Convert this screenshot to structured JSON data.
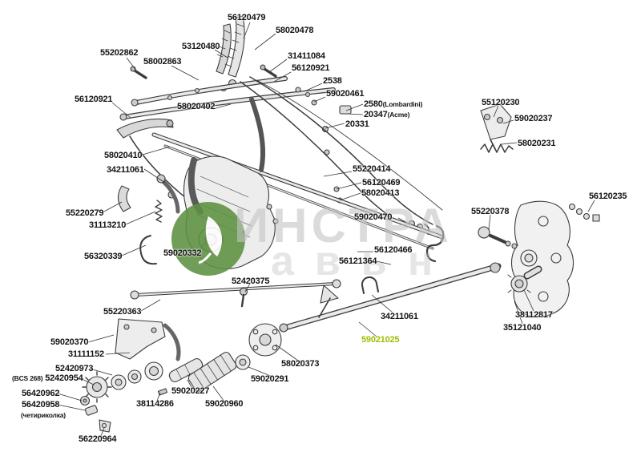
{
  "colors": {
    "highlight": "#9fbe00",
    "watermark_text": "#c4c4c4",
    "watermark_logo": "#5d9141",
    "line_art": "#3c3c3c",
    "background": "#ffffff"
  },
  "watermark": {
    "line1": "ИНСТРА",
    "line2": "авьн",
    "logo": "leaf-in-green-circle"
  },
  "labels": [
    {
      "text": "56120479"
    },
    {
      "text": "58020478"
    },
    {
      "text": "53120480"
    },
    {
      "text": "55202862"
    },
    {
      "text": "58002863"
    },
    {
      "text": "31411084"
    },
    {
      "text": "56120921"
    },
    {
      "text": "2538"
    },
    {
      "text": "59020461"
    },
    {
      "text": "2580",
      "note": "(Lombardini)"
    },
    {
      "text": "20347",
      "note": "(Acme)"
    },
    {
      "text": "20331"
    },
    {
      "text": "55120230"
    },
    {
      "text": "59020237"
    },
    {
      "text": "58020231"
    },
    {
      "text": "56120921"
    },
    {
      "text": "58020402"
    },
    {
      "text": "58020410"
    },
    {
      "text": "34211061"
    },
    {
      "text": "55220414"
    },
    {
      "text": "56120469"
    },
    {
      "text": "58020413"
    },
    {
      "text": "55220279"
    },
    {
      "text": "31113210"
    },
    {
      "text": "59020470"
    },
    {
      "text": "56120235"
    },
    {
      "text": "55220378"
    },
    {
      "text": "56320339"
    },
    {
      "text": "59020332"
    },
    {
      "text": "56120466"
    },
    {
      "text": "56121364"
    },
    {
      "text": "52420375"
    },
    {
      "text": "55220363"
    },
    {
      "text": "34211061"
    },
    {
      "text": "38112817"
    },
    {
      "text": "35121040"
    },
    {
      "text": "59020370"
    },
    {
      "text": "31111152"
    },
    {
      "text": "59021025"
    },
    {
      "text": "52420973"
    },
    {
      "text": "52420954",
      "note": "(BCS 268)"
    },
    {
      "text": "58020373"
    },
    {
      "text": "59020291"
    },
    {
      "text": "56420962"
    },
    {
      "text": "56420958"
    },
    {
      "text": "(четириколка)"
    },
    {
      "text": "38114286"
    },
    {
      "text": "59020227"
    },
    {
      "text": "59020960"
    },
    {
      "text": "56220964"
    }
  ]
}
